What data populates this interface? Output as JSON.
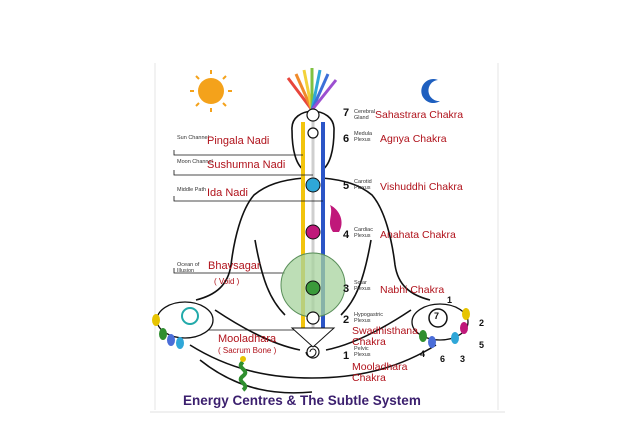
{
  "caption": "Energy Centres & The Subtle System",
  "nadis": {
    "pingala": {
      "small": "Sun Channel",
      "label": "Pingala Nadi"
    },
    "sushumna": {
      "small": "Moon Channel",
      "label": "Sushumna Nadi"
    },
    "ida": {
      "small": "Middle Path",
      "label": "Ida Nadi"
    },
    "bhavsagar": {
      "small": "Ocean of Illusion",
      "label": "Bhavsagar",
      "sub": "( Void )"
    },
    "mooladhara_bone": {
      "label": "Mooladhara",
      "sub": "( Sacrum Bone )"
    }
  },
  "chakras": [
    {
      "num": "7",
      "plexus": "Cerebral Gland",
      "name": "Sahastrara Chakra"
    },
    {
      "num": "6",
      "plexus": "Medula Plexus",
      "name": "Agnya Chakra"
    },
    {
      "num": "5",
      "plexus": "Carotid Plexus",
      "name": "Vishuddhi Chakra"
    },
    {
      "num": "4",
      "plexus": "Cardiac Plexus",
      "name": "Anahata Chakra"
    },
    {
      "num": "3",
      "plexus": "Solar Plexus",
      "name": "Nabhi Chakra"
    },
    {
      "num": "2",
      "plexus": "Hypogastric Plexus",
      "name": "Swadhisthana Chakra"
    },
    {
      "num": "1",
      "plexus": "Pelvic Plexus",
      "name": "Mooladhara Chakra"
    }
  ],
  "hand_numbers": [
    "7",
    "1",
    "2",
    "4",
    "6",
    "3",
    "5"
  ],
  "colors": {
    "label_red": "#b0121b",
    "caption": "#3b1f6e",
    "sun": "#f4a21b",
    "moon": "#1e5fbf"
  }
}
